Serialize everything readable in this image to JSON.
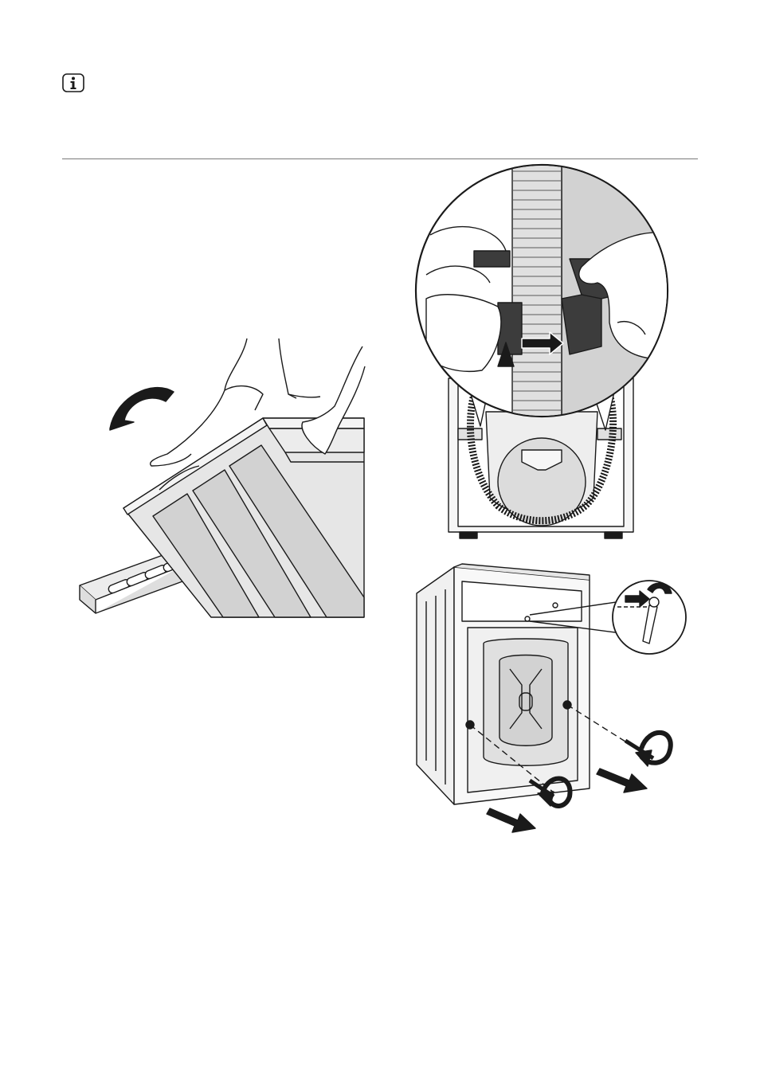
{
  "icons": {
    "info": "info-icon"
  },
  "illustrations": [
    {
      "name": "lift-appliance-remove-base-illustration"
    },
    {
      "name": "remove-hose-clip-illustration"
    },
    {
      "name": "remove-transit-bolts-illustration"
    }
  ],
  "colors": {
    "line": "#1a1a1a",
    "panel": "#d2d2d2",
    "body": "#e6e6e6",
    "clip": "#3c3c3c",
    "divider": "#7a7a7a"
  }
}
